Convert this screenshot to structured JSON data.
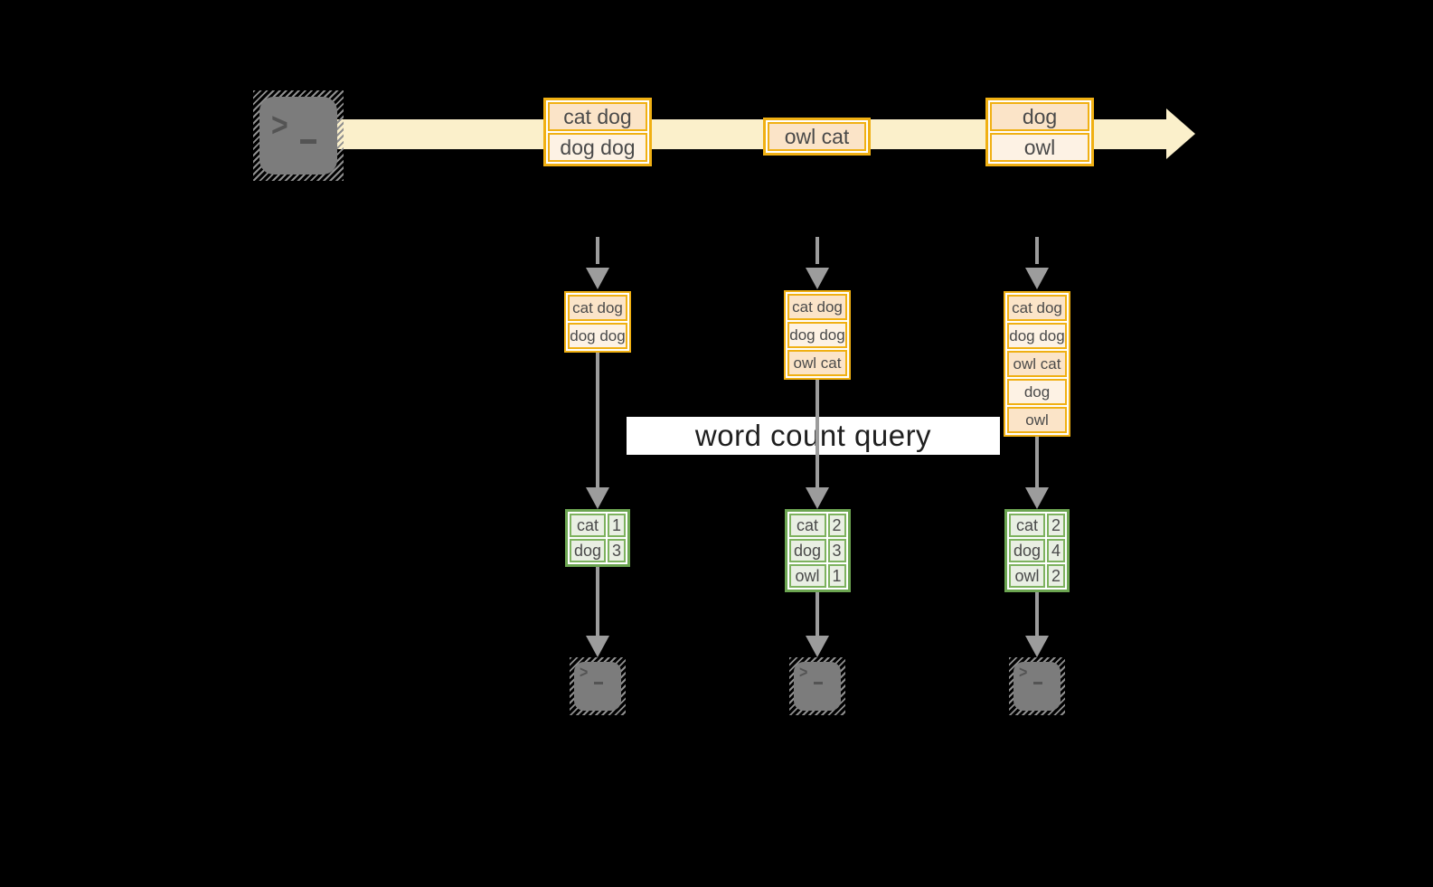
{
  "query_label": "word count query",
  "source": {
    "icon": "terminal-icon"
  },
  "sinks": {
    "icon": "terminal-icon",
    "count": 3
  },
  "timeline": {
    "batches": [
      {
        "items": [
          "cat dog",
          "dog dog"
        ]
      },
      {
        "items": [
          "owl cat"
        ]
      },
      {
        "items": [
          "dog",
          "owl"
        ]
      }
    ]
  },
  "columns": [
    {
      "state_items": [
        "cat dog",
        "dog dog"
      ],
      "counts": [
        {
          "word": "cat",
          "count": "1"
        },
        {
          "word": "dog",
          "count": "3"
        }
      ]
    },
    {
      "state_items": [
        "cat dog",
        "dog dog",
        "owl cat"
      ],
      "counts": [
        {
          "word": "cat",
          "count": "2"
        },
        {
          "word": "dog",
          "count": "3"
        },
        {
          "word": "owl",
          "count": "1"
        }
      ]
    },
    {
      "state_items": [
        "cat dog",
        "dog dog",
        "owl cat",
        "dog",
        "owl"
      ],
      "counts": [
        {
          "word": "cat",
          "count": "2"
        },
        {
          "word": "dog",
          "count": "4"
        },
        {
          "word": "owl",
          "count": "2"
        }
      ]
    }
  ],
  "colors": {
    "background": "#000000",
    "stream_band": "#fbf0cb",
    "box_border_gold": "#f0b013",
    "cell_peach": "#fbe4c8",
    "cell_cream": "#fdf2e4",
    "table_border_green": "#6ca551",
    "table_cell_green": "#e9efe3",
    "arrow_gray": "#9c9c9c",
    "terminal_gray": "#7c7c7c",
    "query_band": "#ffffff"
  }
}
